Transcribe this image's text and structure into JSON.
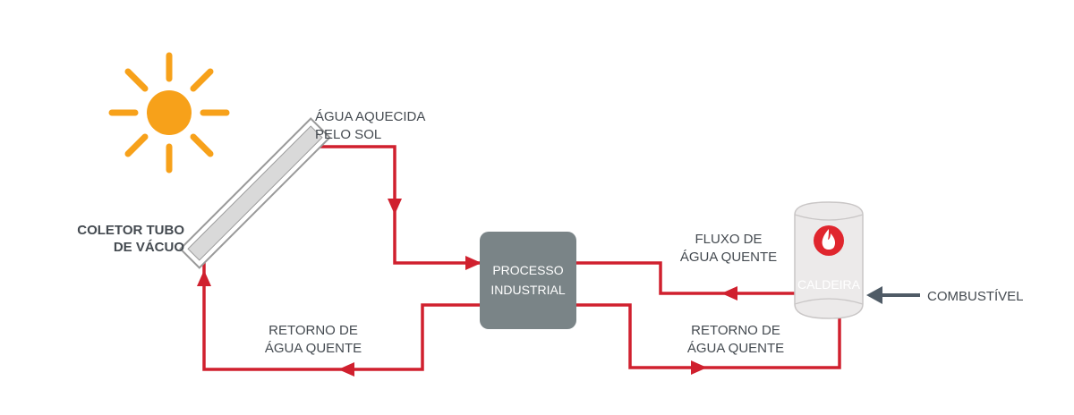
{
  "colors": {
    "pipe": "#d0202e",
    "sun": "#f7a11a",
    "process_box": "#7a8487",
    "text": "#444a50",
    "fuel_arrow": "#4f5b66",
    "boiler_body": "#eceaea",
    "boiler_outline": "#c9c6c6",
    "boiler_emblem": "#e0262e"
  },
  "icons": {
    "sun": "sun-icon",
    "flame": "flame-icon"
  },
  "labels": {
    "collector": [
      "COLETOR TUBO",
      "DE VÁCUO"
    ],
    "heated_water": [
      "ÁGUA AQUECIDA",
      "PELO SOL"
    ],
    "process": [
      "PROCESSO",
      "INDUSTRIAL"
    ],
    "hot_water_flow": [
      "FLUXO DE",
      "ÁGUA QUENTE"
    ],
    "boiler": "CALDEIRA",
    "fuel": "COMBUSTÍVEL",
    "return_left": [
      "RETORNO DE",
      "ÁGUA QUENTE"
    ],
    "return_right": [
      "RETORNO DE",
      "ÁGUA QUENTE"
    ]
  }
}
